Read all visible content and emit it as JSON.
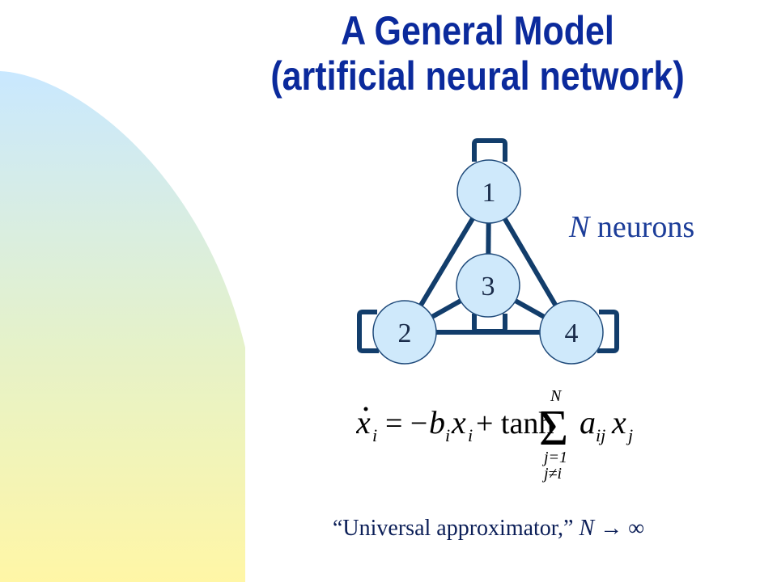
{
  "slide": {
    "title_line1": "A General Model",
    "title_line2": "(artificial neural network)"
  },
  "diagram": {
    "nodes": [
      {
        "id": "1",
        "label": "1"
      },
      {
        "id": "2",
        "label": "2"
      },
      {
        "id": "3",
        "label": "3"
      },
      {
        "id": "4",
        "label": "4"
      }
    ],
    "edges": [
      [
        "1",
        "2"
      ],
      [
        "1",
        "3"
      ],
      [
        "1",
        "4"
      ],
      [
        "2",
        "3"
      ],
      [
        "2",
        "4"
      ],
      [
        "3",
        "4"
      ]
    ],
    "self_loops": [
      "1",
      "2",
      "3",
      "4"
    ],
    "node_fill": "#cfe9fb",
    "node_stroke": "#1f4a7a",
    "edge_color": "#123d6b"
  },
  "neurons_label": {
    "var": "N",
    "text": " neurons"
  },
  "equation": {
    "lhs_var": "x",
    "lhs_sub": "i",
    "eq_text": "= −",
    "b": "b",
    "b_sub": "i",
    "x": "x",
    "x_sub": "i",
    "plus_tanh": "+ tanh",
    "sum": "Σ",
    "sum_top": "N",
    "sum_bottom1": "j=1",
    "sum_bottom2": "j≠i",
    "a": "a",
    "a_sub": "ij",
    "xj": "x",
    "xj_sub": "j"
  },
  "quote": {
    "text": "“Universal approximator,” ",
    "var": "N",
    "arrow": " → ",
    "infinity": "∞"
  },
  "colors": {
    "title": "#0b2a9c",
    "background_gradient_top": "#c8e6ff",
    "background_gradient_bottom": "#fff7a8"
  }
}
